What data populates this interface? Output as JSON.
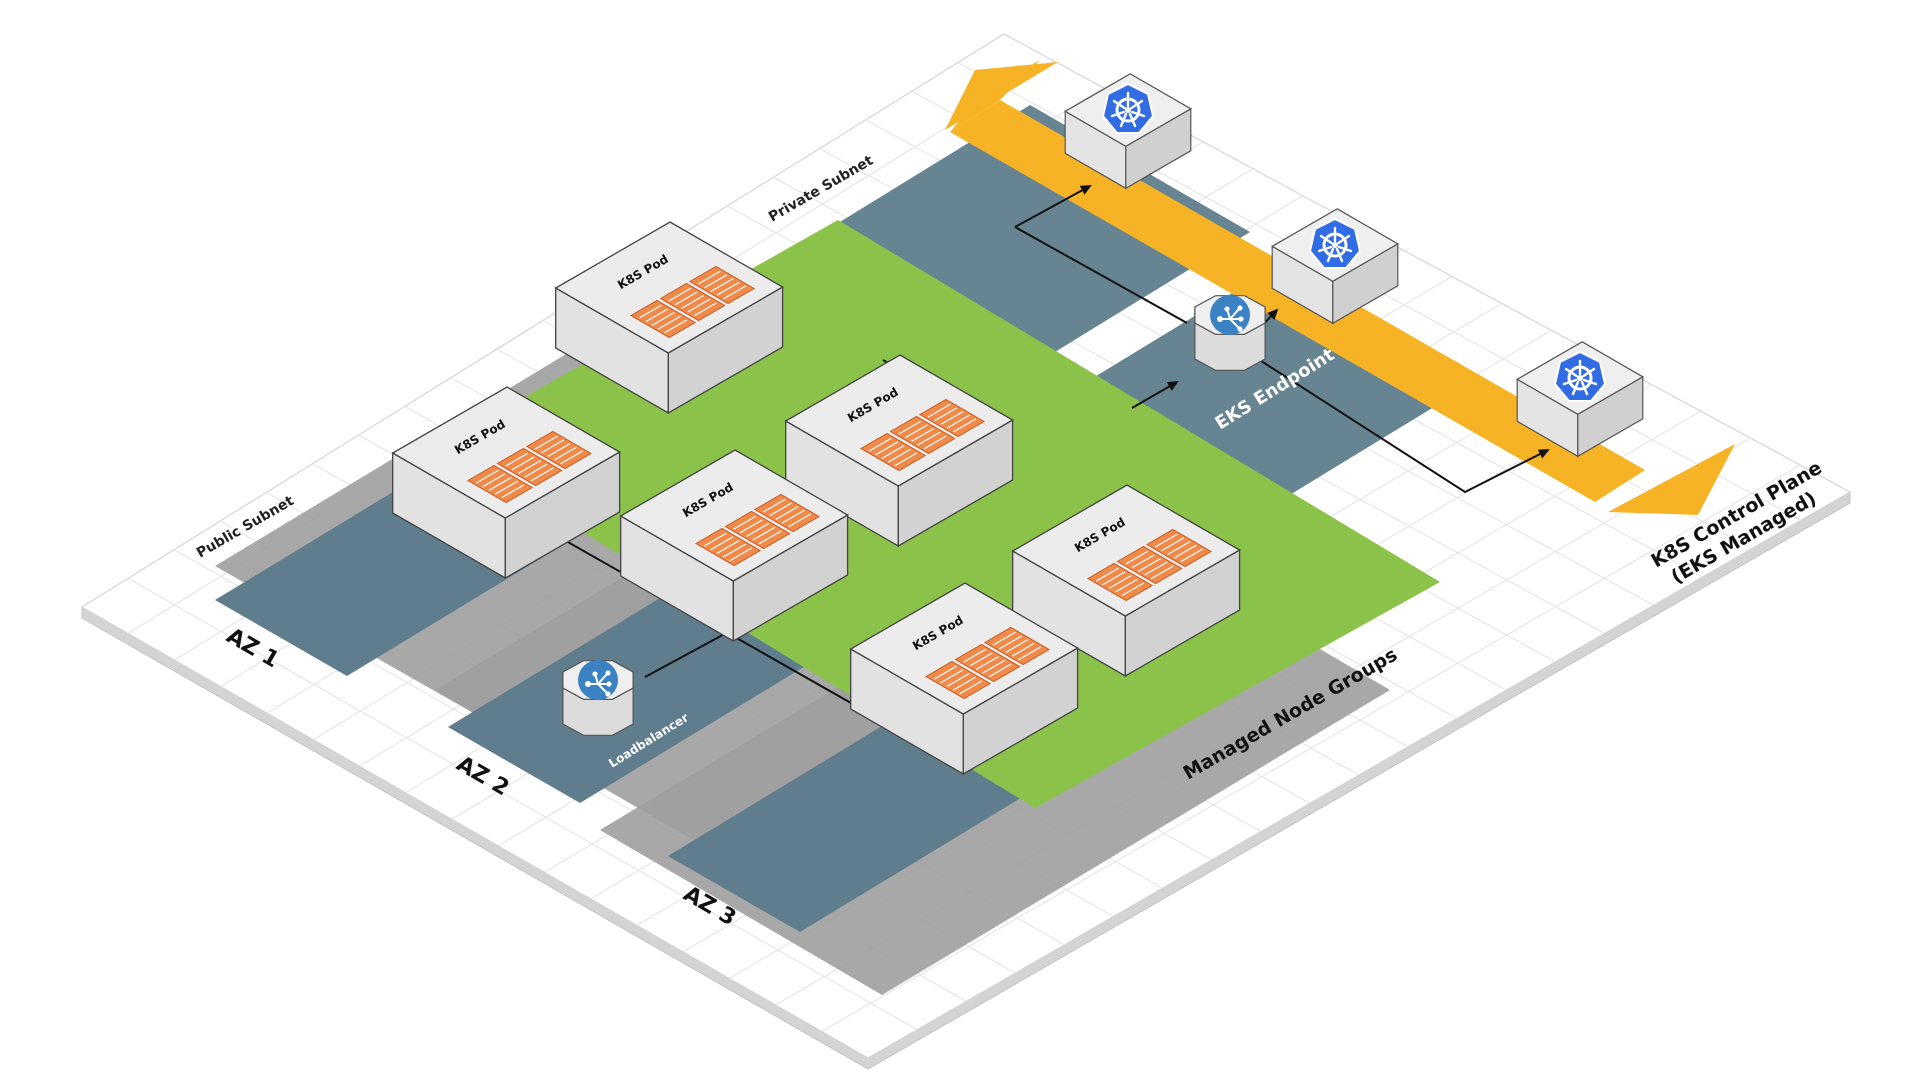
{
  "labels": {
    "public_subnet": "Public Subnet",
    "private_subnet": "Private Subnet",
    "az1": "AZ 1",
    "az2": "AZ 2",
    "az3": "AZ 3",
    "loadbalancer": "Loadbalancer",
    "eks_endpoint": "EKS Endpoint",
    "managed_node_groups": "Managed Node Groups",
    "control_plane_line1": "K8S Control Plane",
    "control_plane_line2": "(EKS Managed)"
  },
  "pods": [
    {
      "label": "K8S Pod"
    },
    {
      "label": "K8S Pod"
    },
    {
      "label": "K8S Pod"
    },
    {
      "label": "K8S Pod"
    },
    {
      "label": "K8S Pod"
    },
    {
      "label": "K8S Pod"
    }
  ],
  "colors": {
    "node_group_green": "#8bc34a",
    "subnet_slate": "#5f7d8c",
    "subnet_gray": "#9e9e9e",
    "control_plane_band": "#f5b325",
    "kubernetes_blue": "#326ce5",
    "endpoint_blue": "#3b82c4",
    "container_orange": "#f08a4b",
    "box_face": "#ececec"
  },
  "icons": {
    "loadbalancer": "loadbalancer-icon",
    "eks_endpoint": "eks-endpoint-icon",
    "control_plane": "kubernetes-helm-icon",
    "pod_containers": "container-stack-icon"
  }
}
